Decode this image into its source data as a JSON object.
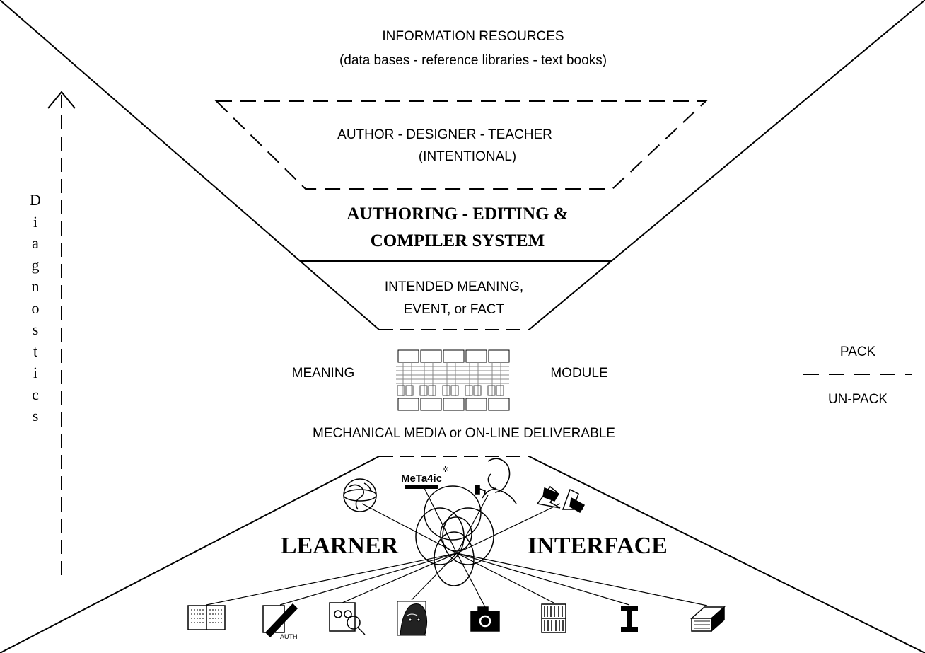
{
  "diagram": {
    "top": {
      "title": "INFORMATION RESOURCES",
      "subtitle": "(data bases - reference libraries - text books)"
    },
    "author_box": {
      "line1": "AUTHOR - DESIGNER - TEACHER",
      "line2": "(INTENTIONAL)"
    },
    "system": {
      "line1": "AUTHORING - EDITING  &",
      "line2": "COMPILER SYSTEM"
    },
    "intended": {
      "line1": "INTENDED MEANING,",
      "line2": "EVENT, or FACT"
    },
    "meaning_left": "MEANING",
    "meaning_right": "MODULE",
    "media": "MECHANICAL MEDIA or ON-LINE  DELIVERABLE",
    "learner": "LEARNER",
    "interface": "INTERFACE",
    "metaphor_logo": "MeTa4ic",
    "pack": "PACK",
    "unpack": "UN-PACK",
    "diagnostics_letters": [
      "D",
      "i",
      "a",
      "g",
      "n",
      "o",
      "s",
      "t",
      "i",
      "c",
      "s"
    ],
    "icons": [
      "globe-icon",
      "metaphor-logo-icon",
      "thinker-portrait-icon",
      "arrows-icon",
      "open-book-icon",
      "scroll-pen-icon",
      "face-magnifier-icon",
      "face-portrait-icon",
      "camera-icon",
      "bookshelf-icon",
      "text-cursor-icon",
      "closed-book-icon"
    ]
  }
}
